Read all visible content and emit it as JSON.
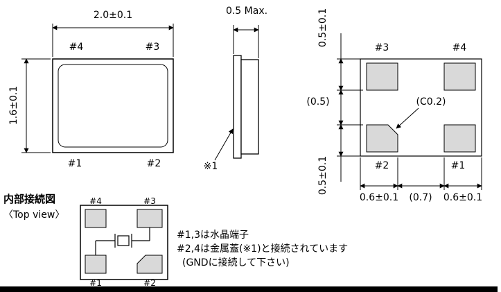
{
  "colors": {
    "pad_fill": "#d9d9d9",
    "line": "#000000"
  },
  "top_view": {
    "width_dim": "2.0±0.1",
    "height_dim": "1.6±0.1",
    "pad_tl": "#4",
    "pad_tr": "#3",
    "pad_bl": "#1",
    "pad_br": "#2"
  },
  "side_view": {
    "thickness_dim": "0.5 Max.",
    "lid_ref": "※1"
  },
  "bottom_view": {
    "pad_tl": "#3",
    "pad_tr": "#4",
    "pad_bl": "#2",
    "pad_br": "#1",
    "pad_height_top": "0.5±0.1",
    "row_gap": "(0.5)",
    "pad_height_bottom": "0.5±0.1",
    "pad_width_left": "0.6±0.1",
    "pad_gap": "(0.7)",
    "pad_width_right": "0.6±0.1",
    "chamfer_note": "(C0.2)"
  },
  "connection": {
    "title": "内部接続図",
    "subtitle": "〈Top view〉",
    "pad_tl": "#4",
    "pad_tr": "#3",
    "pad_bl": "#1",
    "pad_br": "#2"
  },
  "notes": {
    "line1": "#1,3は水晶端子",
    "line2": "#2,4は金属蓋(※1)と接続されています",
    "line3": "(GNDに接続して下さい)"
  }
}
